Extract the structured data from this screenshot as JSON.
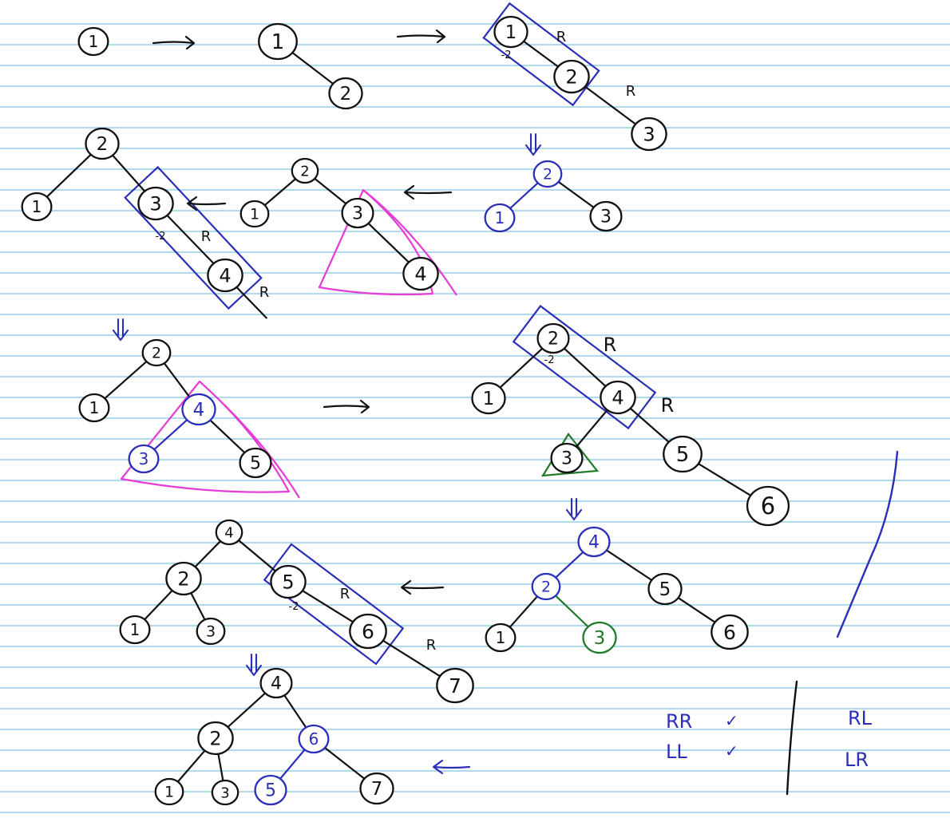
{
  "colors": {
    "ruled_line": "#7fc4e6",
    "ink": "#111111",
    "blue": "#2b2fb8",
    "magenta": "#e63cd6",
    "green": "#1f7a2a",
    "paper": "#ffffff"
  },
  "nodes": [
    {
      "id": "s1-n1",
      "label": "1",
      "color": "ink"
    },
    {
      "id": "s2-n1",
      "label": "1",
      "color": "ink"
    },
    {
      "id": "s2-n2",
      "label": "2",
      "color": "ink"
    },
    {
      "id": "s3-n1",
      "label": "1",
      "color": "ink"
    },
    {
      "id": "s3-n2",
      "label": "2",
      "color": "ink"
    },
    {
      "id": "s3-n3",
      "label": "3",
      "color": "ink"
    },
    {
      "id": "s4-n2",
      "label": "2",
      "color": "blue"
    },
    {
      "id": "s4-n1",
      "label": "1",
      "color": "blue"
    },
    {
      "id": "s4-n3",
      "label": "3",
      "color": "ink"
    },
    {
      "id": "s5-n2",
      "label": "2",
      "color": "ink"
    },
    {
      "id": "s5-n1",
      "label": "1",
      "color": "ink"
    },
    {
      "id": "s5-n3",
      "label": "3",
      "color": "ink"
    },
    {
      "id": "s5-n4",
      "label": "4",
      "color": "ink"
    },
    {
      "id": "s6-n2",
      "label": "2",
      "color": "ink"
    },
    {
      "id": "s6-n1",
      "label": "1",
      "color": "ink"
    },
    {
      "id": "s6-n3",
      "label": "3",
      "color": "ink"
    },
    {
      "id": "s6-n4",
      "label": "4",
      "color": "ink"
    },
    {
      "id": "s6-n5",
      "label": "5",
      "color": "ink"
    },
    {
      "id": "s7-n2",
      "label": "2",
      "color": "ink"
    },
    {
      "id": "s7-n1",
      "label": "1",
      "color": "ink"
    },
    {
      "id": "s7-n4",
      "label": "4",
      "color": "blue"
    },
    {
      "id": "s7-n3",
      "label": "3",
      "color": "blue"
    },
    {
      "id": "s7-n5",
      "label": "5",
      "color": "ink"
    },
    {
      "id": "s8-n2",
      "label": "2",
      "color": "ink"
    },
    {
      "id": "s8-n1",
      "label": "1",
      "color": "ink"
    },
    {
      "id": "s8-n4",
      "label": "4",
      "color": "ink"
    },
    {
      "id": "s8-n3",
      "label": "3",
      "color": "ink"
    },
    {
      "id": "s8-n5",
      "label": "5",
      "color": "ink"
    },
    {
      "id": "s8-n6",
      "label": "6",
      "color": "ink"
    },
    {
      "id": "s9-n4",
      "label": "4",
      "color": "blue"
    },
    {
      "id": "s9-n2",
      "label": "2",
      "color": "blue"
    },
    {
      "id": "s9-n1",
      "label": "1",
      "color": "ink"
    },
    {
      "id": "s9-n3",
      "label": "3",
      "color": "green"
    },
    {
      "id": "s9-n5",
      "label": "5",
      "color": "ink"
    },
    {
      "id": "s9-n6",
      "label": "6",
      "color": "ink"
    },
    {
      "id": "s10-n4",
      "label": "4",
      "color": "ink"
    },
    {
      "id": "s10-n2",
      "label": "2",
      "color": "ink"
    },
    {
      "id": "s10-n1",
      "label": "1",
      "color": "ink"
    },
    {
      "id": "s10-n3",
      "label": "3",
      "color": "ink"
    },
    {
      "id": "s10-n5",
      "label": "5",
      "color": "ink"
    },
    {
      "id": "s10-n6",
      "label": "6",
      "color": "ink"
    },
    {
      "id": "s10-n7",
      "label": "7",
      "color": "ink"
    },
    {
      "id": "s11-n4",
      "label": "4",
      "color": "ink"
    },
    {
      "id": "s11-n2",
      "label": "2",
      "color": "ink"
    },
    {
      "id": "s11-n1",
      "label": "1",
      "color": "ink"
    },
    {
      "id": "s11-n3",
      "label": "3",
      "color": "ink"
    },
    {
      "id": "s11-n6",
      "label": "6",
      "color": "blue"
    },
    {
      "id": "s11-n5",
      "label": "5",
      "color": "blue"
    },
    {
      "id": "s11-n7",
      "label": "7",
      "color": "ink"
    }
  ],
  "edge_marks": [
    {
      "id": "m-s3-R1",
      "text": "R"
    },
    {
      "id": "m-s3-R2",
      "text": "R"
    },
    {
      "id": "m-s3-bal",
      "text": "-2"
    },
    {
      "id": "m-s5-R1",
      "text": "R"
    },
    {
      "id": "m-s5-R2",
      "text": "R"
    },
    {
      "id": "m-s5-bal",
      "text": "-2"
    },
    {
      "id": "m-s8-R1",
      "text": "R"
    },
    {
      "id": "m-s8-R2",
      "text": "R"
    },
    {
      "id": "m-s8-bal",
      "text": "-2"
    },
    {
      "id": "m-s10-R1",
      "text": "R"
    },
    {
      "id": "m-s10-R2",
      "text": "R"
    },
    {
      "id": "m-s10-bal",
      "text": "-2"
    }
  ],
  "summary": {
    "left": [
      {
        "text": "RR",
        "check": "✓"
      },
      {
        "text": "LL",
        "check": "✓"
      }
    ],
    "right": [
      "RL",
      "LR"
    ]
  }
}
